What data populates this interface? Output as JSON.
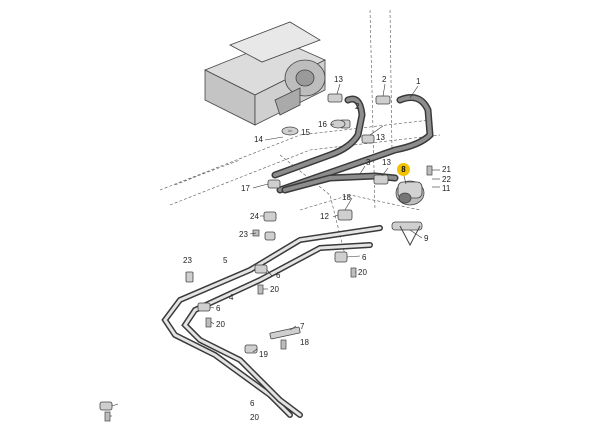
{
  "callouts": {
    "c1": "1",
    "c2": "2",
    "c3": "3",
    "c4": "4",
    "c5": "5",
    "c6a": "6",
    "c6b": "6",
    "c6c": "6",
    "c6d": "6",
    "c7": "7",
    "c8": "8",
    "c9": "9",
    "c11": "11",
    "c12": "12",
    "c13a": "13",
    "c13b": "13",
    "c13c": "13",
    "c14": "14",
    "c15": "15",
    "c16": "16",
    "c17": "17",
    "c18": "18",
    "c19": "19",
    "c20a": "20",
    "c20b": "20",
    "c20c": "20",
    "c20d": "20",
    "c21": "21",
    "c22": "22",
    "c23a": "23",
    "c23b": "23",
    "c24": "24"
  },
  "colors": {
    "highlight": "#f2c200",
    "line": "#333333",
    "part_fill": "#e6e6e6"
  }
}
